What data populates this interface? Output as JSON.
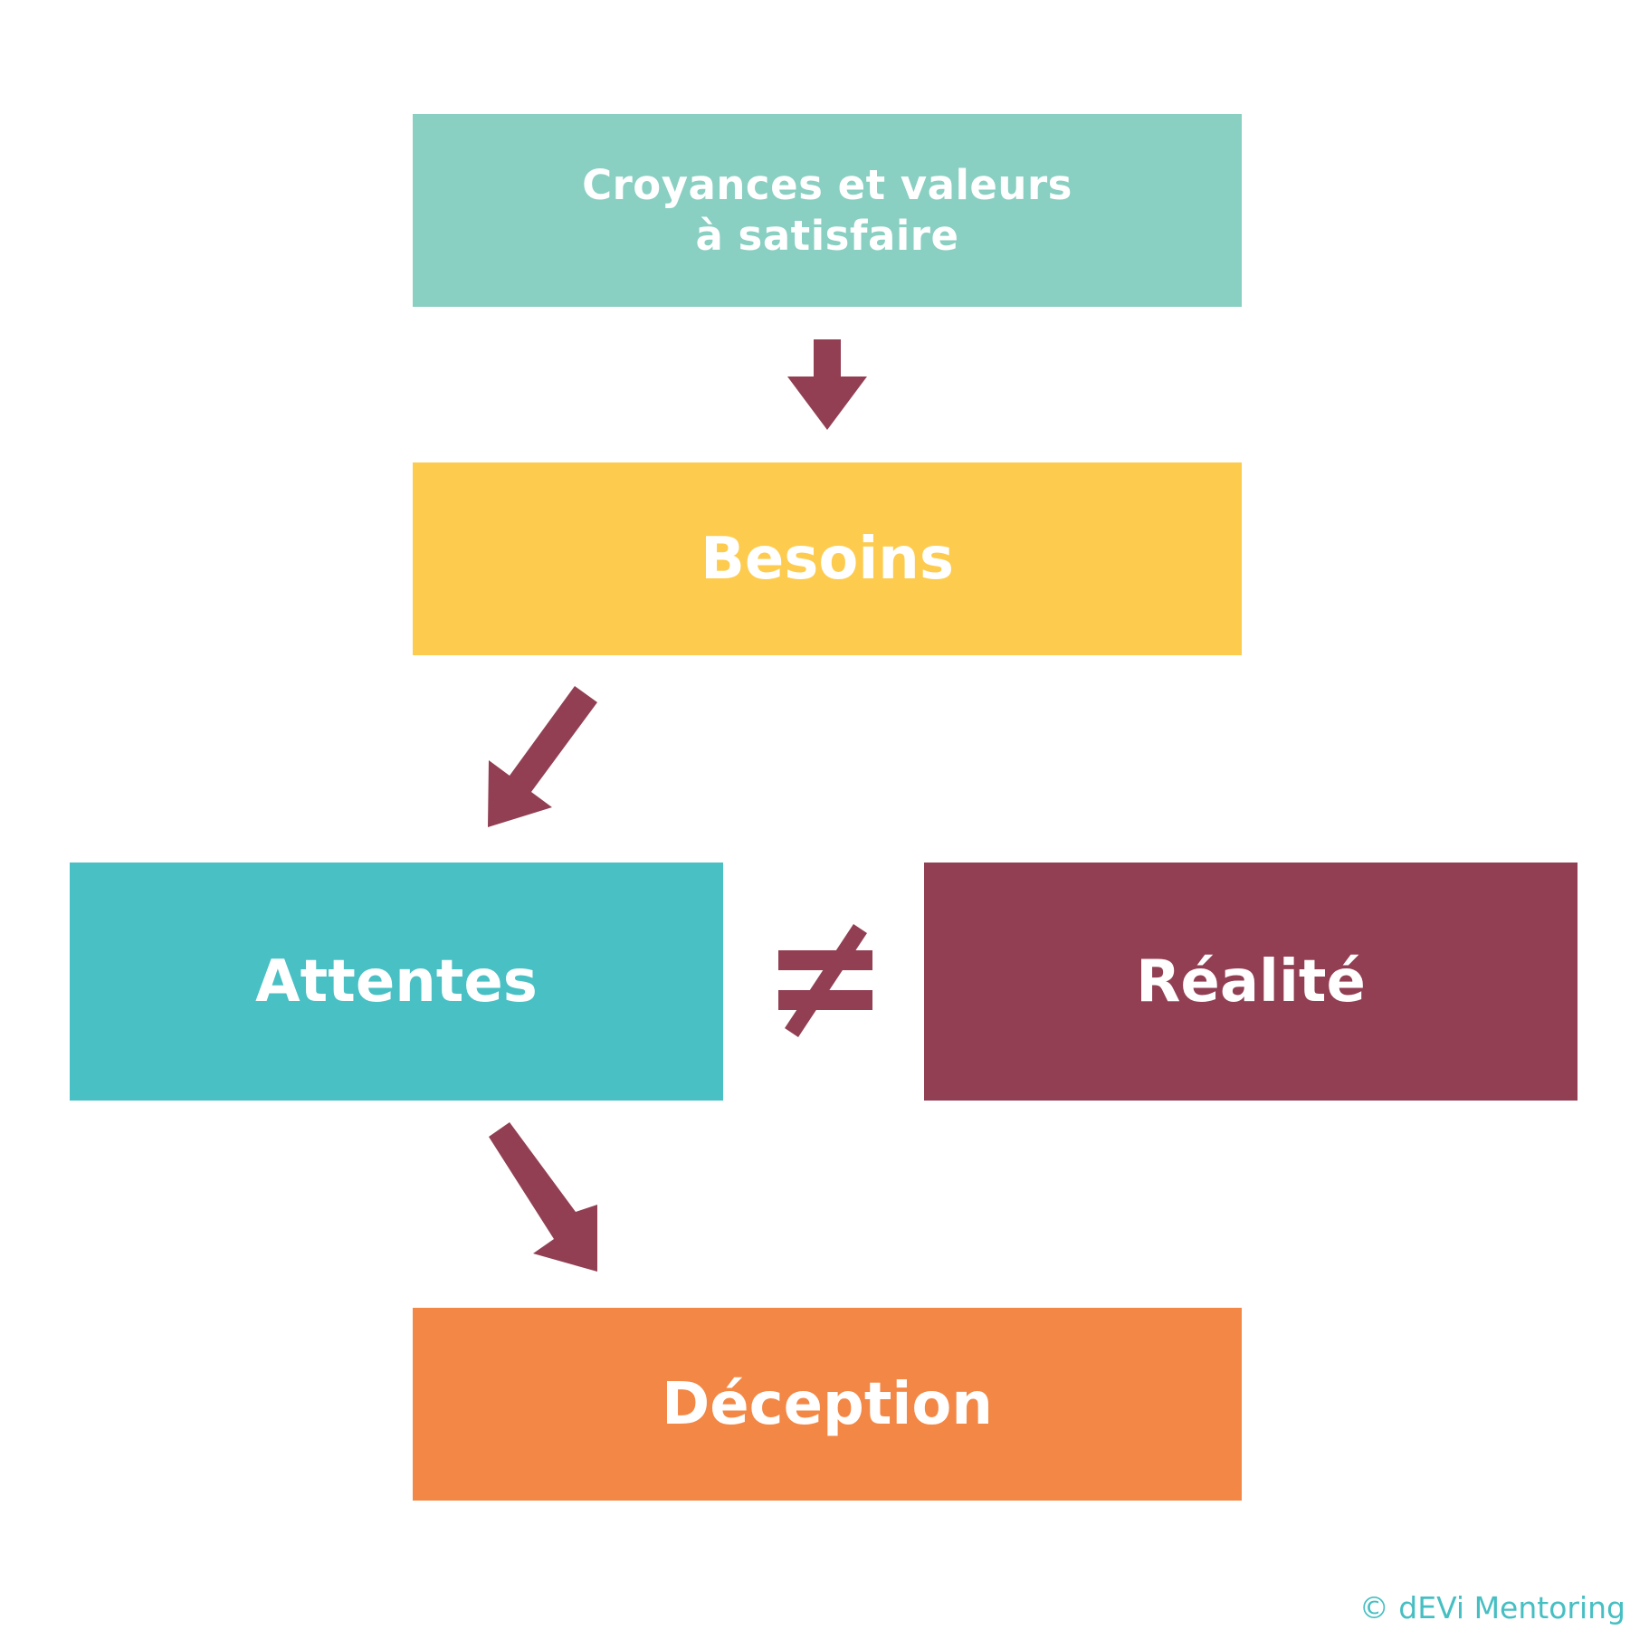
{
  "diagram": {
    "nodes": {
      "beliefs": {
        "lines": [
          "Croyances et valeurs",
          "à satisfaire"
        ],
        "color": "#89cfc2"
      },
      "needs": {
        "label": "Besoins",
        "color": "#fdcb4e"
      },
      "expectations": {
        "label": "Attentes",
        "color": "#48c0c4"
      },
      "reality": {
        "label": "Réalité",
        "color": "#923f53"
      },
      "disappointment": {
        "label": "Déception",
        "color": "#f38745"
      }
    },
    "connectors": {
      "arrow_color": "#923f53",
      "beliefs_to_needs": "arrow-down",
      "needs_to_expectations": "arrow-down-left",
      "expectations_to_disappointment": "arrow-down-right",
      "expectations_vs_reality": "not-equal-icon"
    },
    "copyright": "© dEVi Mentoring",
    "copyright_color": "#46bfc3"
  }
}
